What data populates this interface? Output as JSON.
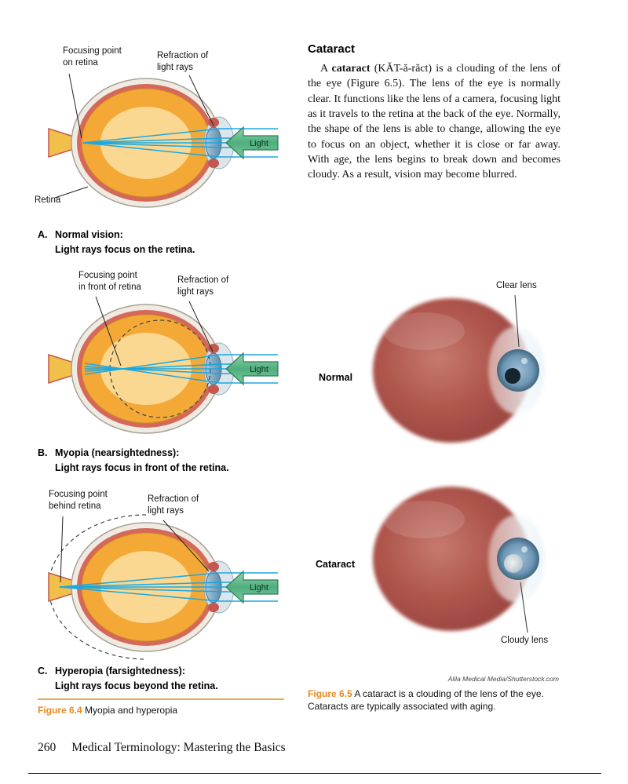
{
  "colors": {
    "accent_orange": "#E8891F",
    "arrow_green": "#4FAE7E",
    "ray_cyan": "#1BA7E0"
  },
  "figure64": {
    "label": "Figure 6.4",
    "caption": "Myopia and hyperopia",
    "diagrams": [
      {
        "letter": "A.",
        "title": "Normal vision:",
        "subtitle": "Light rays focus on the retina.",
        "label_focus": "Focusing point\non retina",
        "label_refraction": "Refraction of\nlight rays",
        "label_retina": "Retina",
        "light": "Light"
      },
      {
        "letter": "B.",
        "title": "Myopia (nearsightedness):",
        "subtitle": "Light rays focus in front of the retina.",
        "label_focus": "Focusing point\nin front of retina",
        "label_refraction": "Refraction of\nlight rays",
        "light": "Light"
      },
      {
        "letter": "C.",
        "title": "Hyperopia (farsightedness):",
        "subtitle": "Light rays focus beyond the retina.",
        "label_focus": "Focusing point\nbehind retina",
        "label_refraction": "Refraction of\nlight rays",
        "light": "Light"
      }
    ]
  },
  "cataract_section": {
    "heading": "Cataract",
    "para_prefix": "A ",
    "para_bold": "cataract",
    "para_rest": " (KĂT-ă-răct) is a clouding of the lens of the eye (Figure 6.5). The lens of the eye is normally clear. It functions like the lens of a camera, focusing light as it travels to the retina at the back of the eye. Normally, the shape of the lens is able to change, allowing the eye to focus on an object, whether it is close or far away. With age, the lens begins to break down and becomes cloudy. As a result, vision may become blurred."
  },
  "figure65": {
    "label": "Figure 6.5",
    "caption": "A cataract is a clouding of the lens of the eye. Cataracts are typically associated with aging.",
    "credit": "Alila Medical Media/Shutterstock.com",
    "eyes": [
      {
        "label": "Normal",
        "lens_label": "Clear lens"
      },
      {
        "label": "Cataract",
        "lens_label": "Cloudy lens"
      }
    ]
  },
  "footer": {
    "page_number": "260",
    "book_title": "Medical Terminology: Mastering the Basics"
  }
}
